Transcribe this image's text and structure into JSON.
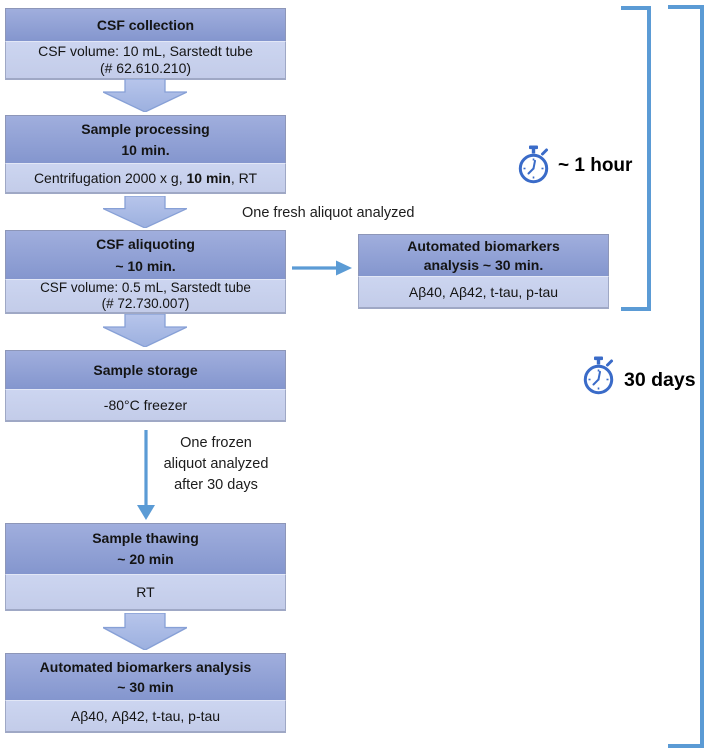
{
  "figure": {
    "boxes": {
      "collection": {
        "title": "CSF collection",
        "body": "CSF volume: 10 mL, Sarstedt tube\n(# 62.610.210)"
      },
      "processing": {
        "title": "Sample processing\n10 min.",
        "body_pre": "Centrifugation 2000 x g, ",
        "body_bold": "10 min",
        "body_post": ", RT"
      },
      "aliquoting": {
        "title": "CSF aliquoting\n~ 10 min.",
        "body": "CSF volume: 0.5 mL, Sarstedt tube\n(# 72.730.007)"
      },
      "storage": {
        "title": "Sample storage",
        "body": "-80°C freezer"
      },
      "fresh_analysis": {
        "title": "Automated biomarkers\nanalysis ~ 30 min.",
        "body": "Aβ40, Aβ42, t-tau, p-tau"
      },
      "thawing": {
        "title": "Sample thawing\n~ 20 min",
        "body": "RT"
      },
      "frozen_analysis": {
        "title": "Automated biomarkers analysis\n~ 30 min",
        "body": "Aβ40, Aβ42, t-tau, p-tau"
      }
    },
    "annotations": {
      "fresh_aliquot": "One fresh aliquot analyzed",
      "frozen_aliquot": "One frozen\naliquot analyzed\nafter 30 days",
      "one_hour": "~ 1 hour",
      "thirty_days": "30 days"
    },
    "icons": {
      "stopwatch_short": "stopwatch-icon",
      "stopwatch_long": "stopwatch-icon"
    },
    "colors": {
      "header_blue": "#8496ce",
      "body_blue": "#c9d2ed",
      "block_arrow_fill": "#aabde6",
      "block_arrow_stroke": "#87a0d6",
      "thin_arrow_blue": "#5b9bd5",
      "bracket_blue": "#5b9bd5",
      "stopwatch_blue": "#3a6bc8",
      "text_black": "#141414"
    }
  }
}
